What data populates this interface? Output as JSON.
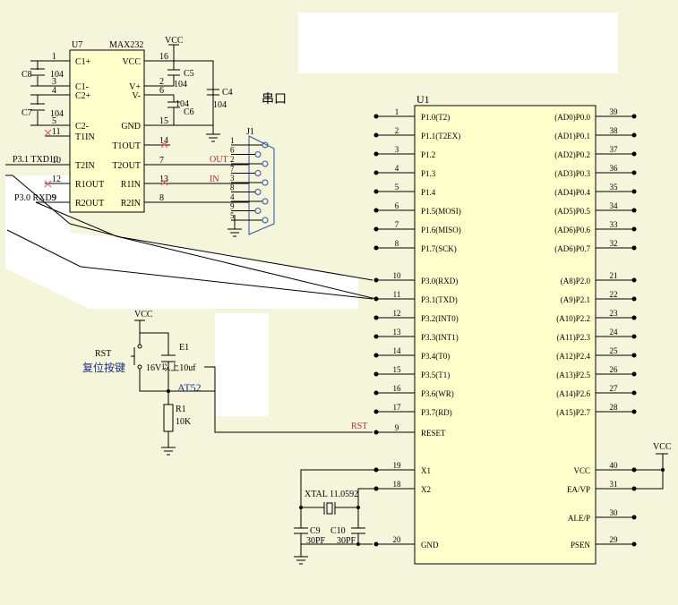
{
  "colors": {
    "background": "#f5f5dc",
    "chip": "#ffffcc",
    "net_label": "#b03030",
    "no_connect": "#e06060"
  },
  "power_label": "VCC",
  "max232": {
    "ref": "U7",
    "part": "MAX232",
    "left_pins": [
      {
        "num": "1",
        "name": "C1+"
      },
      {
        "num": "3",
        "name": "C1-"
      },
      {
        "num": "4",
        "name": "C2+"
      },
      {
        "num": "5",
        "name": "C2-"
      },
      {
        "num": "11",
        "name": "T1IN"
      },
      {
        "num": "10",
        "name": "T2IN"
      },
      {
        "num": "12",
        "name": "R1OUT"
      },
      {
        "num": "9",
        "name": "R2OUT"
      }
    ],
    "right_pins": [
      {
        "num": "16",
        "name": "VCC"
      },
      {
        "num": "2",
        "name": "V+"
      },
      {
        "num": "6",
        "name": "V-"
      },
      {
        "num": "15",
        "name": "GND"
      },
      {
        "num": "14",
        "name": "T1OUT"
      },
      {
        "num": "7",
        "name": "T2OUT"
      },
      {
        "num": "13",
        "name": "R1IN"
      },
      {
        "num": "8",
        "name": "R2IN"
      }
    ]
  },
  "caps_max": [
    {
      "ref": "C8",
      "value": "104"
    },
    {
      "ref": "C7",
      "value": "104"
    },
    {
      "ref": "C5",
      "value": "104"
    },
    {
      "ref": "C6",
      "value": "104"
    },
    {
      "ref": "C4",
      "value": "104"
    }
  ],
  "serial_label": "串口",
  "connector": {
    "ref": "J1",
    "pins": [
      "1",
      "6",
      "2",
      "7",
      "3",
      "8",
      "4",
      "9",
      "5"
    ]
  },
  "nets": {
    "out": "OUT",
    "in": "IN",
    "txd": "P3.1 TXD10",
    "rxd": "P3.0  RXD9",
    "rst": "RST"
  },
  "mcu": {
    "ref": "U1",
    "left_pins": [
      {
        "num": "1",
        "name": "P1.0(T2)"
      },
      {
        "num": "2",
        "name": "P1.1(T2EX)"
      },
      {
        "num": "3",
        "name": "P1.2"
      },
      {
        "num": "4",
        "name": "P1.3"
      },
      {
        "num": "5",
        "name": "P1.4"
      },
      {
        "num": "6",
        "name": "P1.5(MOSI)"
      },
      {
        "num": "7",
        "name": "P1.6(MISO)"
      },
      {
        "num": "8",
        "name": "P1.7(SCK)"
      },
      {
        "num": "10",
        "name": "P3.0(RXD)"
      },
      {
        "num": "11",
        "name": "P3.1(TXD)"
      },
      {
        "num": "12",
        "name": "P3.2(INT0)"
      },
      {
        "num": "13",
        "name": "P3.3(INT1)"
      },
      {
        "num": "14",
        "name": "P3.4(T0)"
      },
      {
        "num": "15",
        "name": "P3.5(T1)"
      },
      {
        "num": "16",
        "name": "P3.6(WR)"
      },
      {
        "num": "17",
        "name": "P3.7(RD)"
      },
      {
        "num": "9",
        "name": "RESET"
      },
      {
        "num": "19",
        "name": "X1"
      },
      {
        "num": "18",
        "name": "X2"
      },
      {
        "num": "20",
        "name": "GND"
      }
    ],
    "right_pins": [
      {
        "num": "39",
        "name": "(AD0)P0.0"
      },
      {
        "num": "38",
        "name": "(AD1)P0.1"
      },
      {
        "num": "37",
        "name": "(AD2)P0.2"
      },
      {
        "num": "36",
        "name": "(AD3)P0.3"
      },
      {
        "num": "35",
        "name": "(AD4)P0.4"
      },
      {
        "num": "34",
        "name": "(AD5)P0.5"
      },
      {
        "num": "33",
        "name": "(AD6)P0.6"
      },
      {
        "num": "32",
        "name": "(AD6)P0.7"
      },
      {
        "num": "21",
        "name": "(A8)P2.0"
      },
      {
        "num": "22",
        "name": "(A9)P2.1"
      },
      {
        "num": "23",
        "name": "(A10)P2.2"
      },
      {
        "num": "24",
        "name": "(A11)P2.3"
      },
      {
        "num": "25",
        "name": "(A12)P2.4"
      },
      {
        "num": "26",
        "name": "(A13)P2.5"
      },
      {
        "num": "27",
        "name": "(A14)P2.6"
      },
      {
        "num": "28",
        "name": "(A15)P2.7"
      },
      {
        "num": "40",
        "name": "VCC"
      },
      {
        "num": "31",
        "name": "EA/VP"
      },
      {
        "num": "30",
        "name": "ALE/P"
      },
      {
        "num": "29",
        "name": "PSEN"
      }
    ]
  },
  "reset": {
    "rst_label": "RST",
    "button_label": "复位按键",
    "cap_ref": "E1",
    "cap_value": "16V以上10uf",
    "chip_label": "AT52",
    "res_ref": "R1",
    "res_value": "10K"
  },
  "crystal": {
    "label": "XTAL 11.0592",
    "caps": [
      {
        "ref": "C9",
        "value": "30PF"
      },
      {
        "ref": "C10",
        "value": "30PF"
      }
    ]
  }
}
